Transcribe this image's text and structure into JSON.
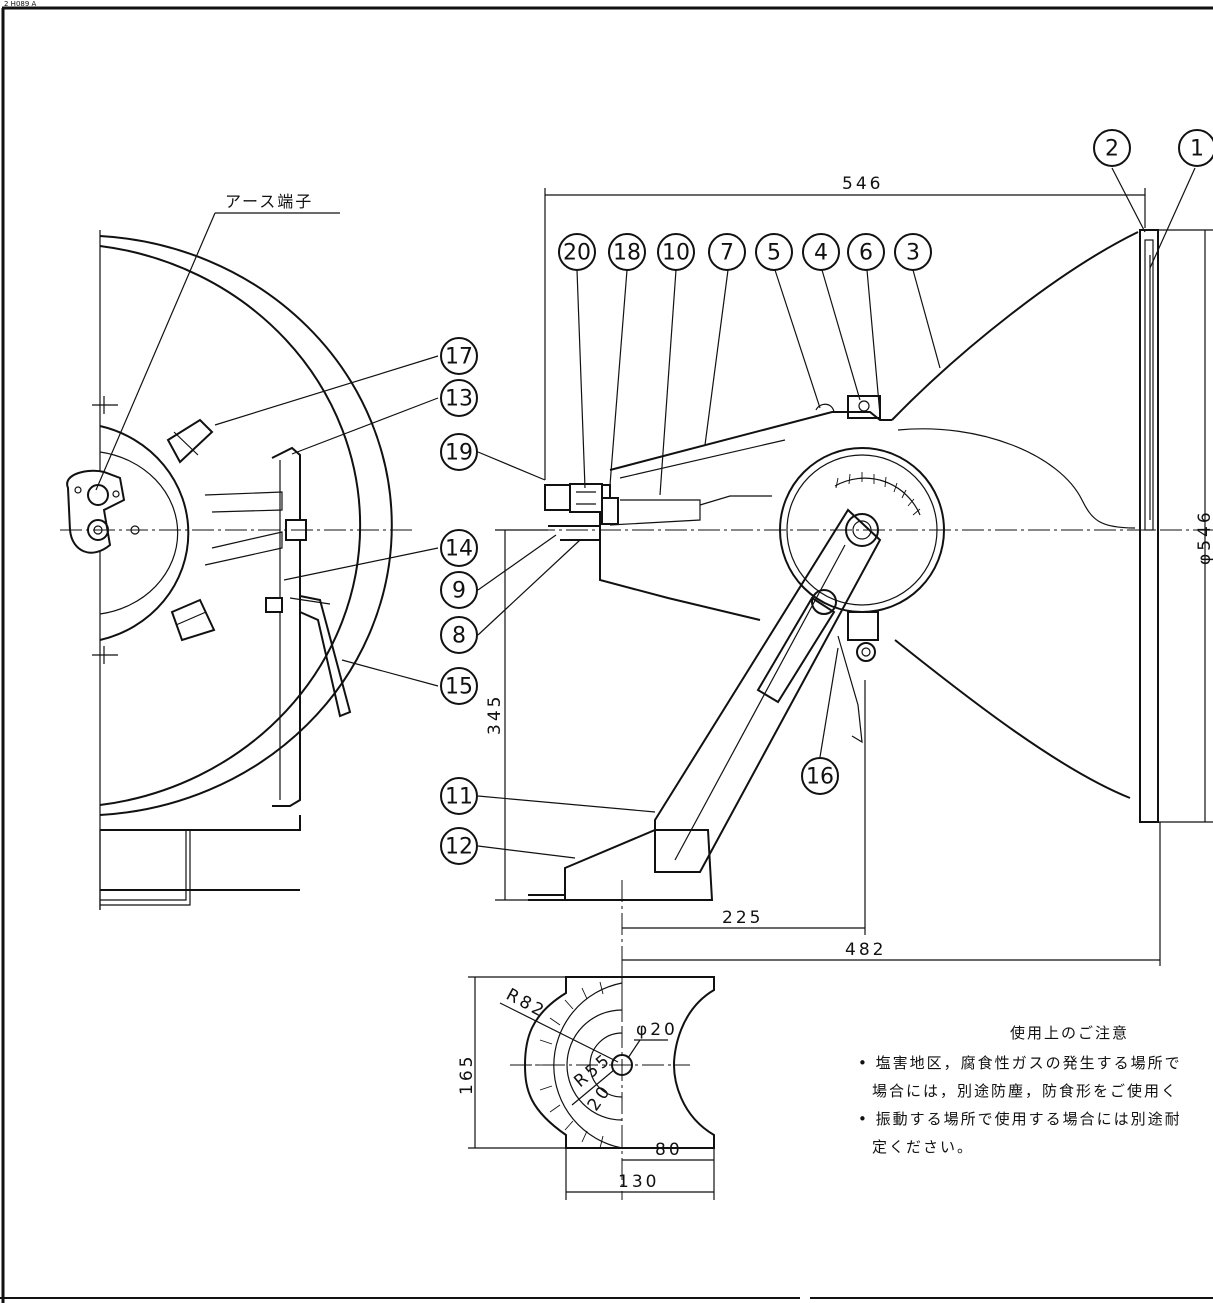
{
  "header_small": "2 H089 A",
  "earth_terminal_label": "アース端子",
  "part_numbers": [
    "1",
    "2",
    "3",
    "4",
    "5",
    "6",
    "7",
    "8",
    "9",
    "10",
    "11",
    "12",
    "13",
    "14",
    "15",
    "16",
    "17",
    "18",
    "19",
    "20"
  ],
  "dimensions": {
    "overall_length": "546",
    "lens_diameter": "φ546",
    "height": "345",
    "base_to_pivot": "225",
    "base_to_front": "482",
    "base_height": "165",
    "base_half_width": "80",
    "base_width": "130",
    "radius_outer": "R82",
    "radius_inner": "R55",
    "slot_width": "20",
    "hole_diameter": "φ20"
  },
  "notes": {
    "title": "使用上のご注意",
    "line1": "• 塩害地区，腐食性ガスの発生する場所で",
    "line2": "場合には，別途防塵，防食形をご使用く",
    "line3": "• 振動する場所で使用する場合には別途耐",
    "line4": "定ください。"
  }
}
